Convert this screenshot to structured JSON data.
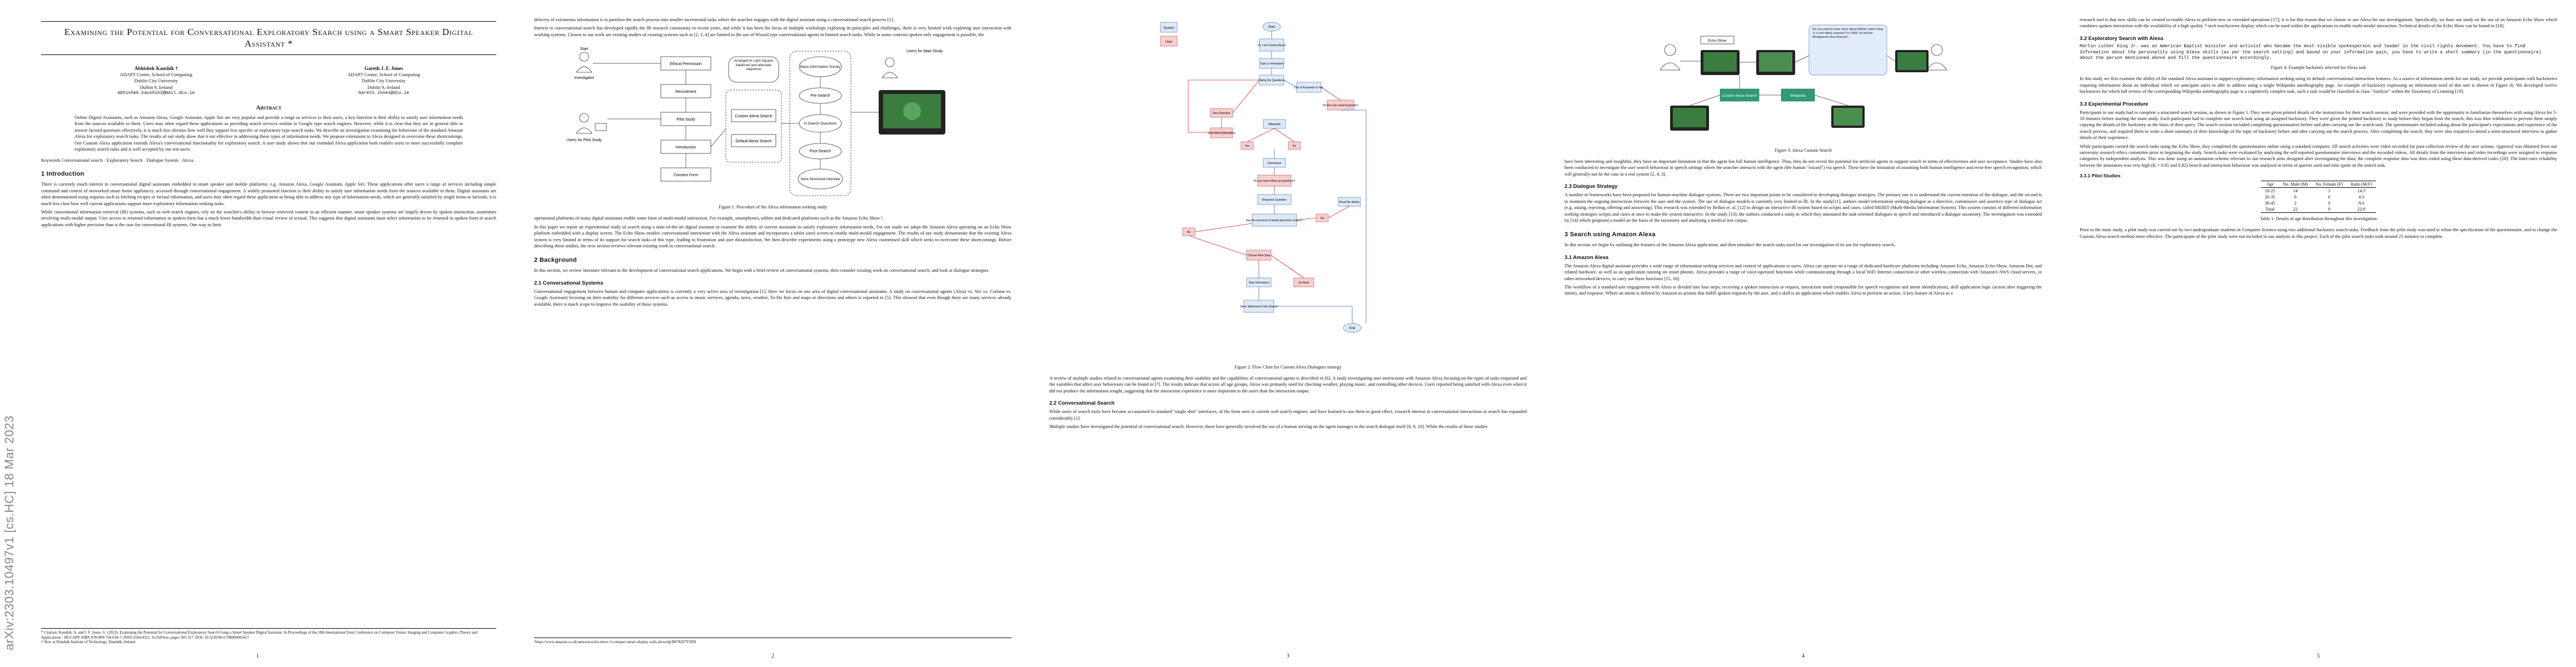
{
  "arxiv_stamp": "arXiv:2303.10497v1  [cs.HC]  18 Mar 2023",
  "page1": {
    "title": "Examining the Potential for Conversational Exploratory Search using a Smart Speaker Digital Assistant *",
    "authors": [
      {
        "name": "Abhishek Kaushik †",
        "org": "ADAPT Centre, School of Computing",
        "uni": "Dublin City University",
        "city": "Dublin 9, Ireland",
        "email": "abhishek.kaushik2@mail.dcu.ie"
      },
      {
        "name": "Gareth J. F. Jones",
        "org": "ADAPT Centre, School of Computing",
        "uni": "Dublin City University",
        "city": "Dublin 9, Ireland",
        "email": "Gareth.Jones@dcu.ie"
      }
    ],
    "abstract_heading": "Abstract",
    "abstract": "Online Digital Assistants, such as Amazon Alexa, Google Assistant, Apple Siri are very popular and provide a range or services to their users, a key function is their ability to satisfy user information needs from the sources available to them. Users may often regard these applications as providing search services similar to Google type search engines. However, while it is clear that they are in general able to answer factoid questions effectively, it is much less obvious how well they support less specific or exploratory type search tasks. We describe an investigation examining the behaviour of the standard Amazon Alexa for exploratory search tasks. The results of our study show that it not effective in addressing these types of information needs. We propose extensions to Alexa designed to overcome these shortcomings. Our Custom Alexa application extends Alexa's conversational functionality for exploratory search. A user study shows that our extended Alexa application both enables users to more successfully complete exploratory search tasks and is well accepted by our test users.",
    "keywords": "Keywords  Conversational search · Exploratory Search · Dialogue System · Alexa.",
    "intro_heading": "1   Introduction",
    "intro_p1": "There is currently much interest in conversational digital assistants embedded in smart speaker and mobile platforms; e.g. Amazon Alexa, Google Assistant, Apple Siri. These applications offer users a range of services including simple command and control of networked smart home appliances, accessed through conversational engagement. A widely promoted function is their ability to satisfy user information needs from the sources available to them. Digital assistants are often demonstrated using requests such as fetching recipes or factual information, and users may often regard these application as being able to address any type of information needs, which are generally satisfied by single items or factoids, it is much less clear how well current applications support more exploratory information seeking tasks.",
    "intro_p2": "While conventional information retrieval (IR) systems, such as web search engines, rely on the searcher's ability to browse retrieved content in an efficient manner, smart speaker systems are largely driven by spoken interaction, sometimes involving multi-modal output. User access to returned information in spoken form has a much lower bandwidth than visual review of textual. This suggests that digital assistants must select information to be returned in spoken form in search applications with higher precision than is the case for conventional IR systems. One way to limit",
    "footnote1": "* Citation: Kaushik, A. and J. F. Jones, G. (2023). Examining the Potential for Conversational Exploratory Search Using a Smart Speaker Digital Assistant. In Proceedings of the 18th International Joint Conference on Computer Vision, Imaging and Computer Graphics Theory and Applications - HUCAPP, ISBN 978-989-758-634-7; ISSN 2184-4321, SciTePress, pages 305-317. DOI: 10.5220/0011798000003417",
    "footnote2": "† Now at Dundalk Institute of Technology, Dundalk, Ireland.",
    "num": "1"
  },
  "page2": {
    "p1": "delivery of extraneous information is to partition the search process into smaller incremental tasks where the searcher engages with the digital assistant using a conversational search process [1].",
    "p2": "Interest in conversational search has developed rapidly the IR research community in recent years, and while it has been the focus of multiple workshops exploring its principles and challenges, there is very limited work exploring user interaction with working systems. Closest to our work are existing studies of existing systems such as [2, 3, 4] are limited to the use of Wizard type conversational agents in limited search tasks. While in some contexts spoken only engagement is possible, the",
    "fig_labels": {
      "start": "Start",
      "investigator": "Investigator",
      "ethical": "Ethical Permission",
      "recruitment": "Recruitment",
      "pilot": "Pilot Study",
      "intro": "Introduction",
      "consent": "Consent Form",
      "arranged": "Arranged in Latin Square balanced and alternate sequence",
      "custom": "Custom Alexa Search",
      "default": "Default Alexa Search",
      "basic": "Basic Information Survey",
      "pre": "Pre-Search",
      "insearch": "In Search Questions",
      "post": "Post-Search",
      "semi": "Semi-Structured Interview",
      "users": "Users for Main Study",
      "users_pilot": "Users for Pilot Study"
    },
    "fig1_caption": "Figure 1: Procedure of the Alexa information seeking study",
    "p3": "operational platforms of many digital assistants enable some form of multi-modal interaction. For example, smartphones, tablets and dedicated platforms such as the Amazon Echo Show ¹.",
    "p4": "In this paper we report an experimental study of search using a state-of-the-art digital assistant to examine the ability of current assistants to satisfy exploratory information needs. For our study we adopt the Amazon Alexa operating on an Echo Show platform embedded with a display screen. The Echo Show enables conversational interaction with the Alexa assistant and incorporates a tablet sized screen to enable multi-modal engagement. The results of our study demonstrate that the existing Alexa system is very limited in terms of its support for search tasks of this type, leading to frustration and user dissatisfaction. We then describe experiments using a prototype new Alexa customised skill which seeks to overcome these shortcomings. Before describing these studies, the next section reviews relevant existing work in conversational search.",
    "bg_heading": "2   Background",
    "bg_p": "In this section, we review literature relevant to the development of conversational search applications. We begin with a brief review of conversational systems, then consider existing work on conversational search, and look at dialogue strategies",
    "cs_heading": "2.1   Conversational Systems",
    "cs_p": "Conversational engagement between human and computer applications is currently a very active area of investigation [1]. Here we focus on one area of digital conversational assistants. A study on conversational agents (Alexa vs. Siri vs. Cortana vs. Google Assistant) focusing on their usability for different services such as access to music services, agenda, news, weather, To-Do lists and maps or directions and others is reported in [5]. This showed that even though there are many services already available, there is much scope to improve the usability of these systems.",
    "footnote": "¹https://www.amazon.co.uk/amazon-echo-show-5-compact-smart-display-with-alexa/dp/B07KD7T3DN",
    "num": "2"
  },
  "page3": {
    "flow_labels": [
      "System",
      "User",
      "Start",
      "Hi, I am Custom Alexa",
      "Topic is Introduced",
      "Taking the Questions",
      "List of Keywords or Not",
      "Do the user need keywords?",
      "New Question",
      "Give More Information",
      "Wikipedia",
      "Yes",
      "No",
      "Summarize",
      "Do you have follow up questions?",
      "Response Question",
      "Say the next level of detail about this content?",
      "Read the details",
      "Choose Next Step",
      "Go Back",
      "Stop Information",
      "Store Statement of the Search",
      "End"
    ],
    "fig2_caption": "Figure 2: Flow Chart for Custom Alexa Dialogues strategy",
    "p1": "A review of multiple studies related to conversational agents examining their usability and the capabilities of conversational agents is described in [6]. A study investigating user interactions with Amazon Alexa focusing on the types of tasks requested and the variables that affect user behaviours can be found in [7]. The results indicate that across all age groups, Alexa was primarily used for checking weather, playing music, and controlling other devices. Users reported being satisfied with Alexa even when it did not produce the information sought, suggesting that the interaction experience is more important to the users than the interaction output.",
    "csearch_heading": "2.2   Conversational Search",
    "csearch_p1": "While users of search tools have become accustomed to standard \"single shot\" interfaces, of the form seen in current web search engines, and have learned to use them to good effect, research interest in conversational interactions in search has expanded considerably [1].",
    "csearch_p2": "Multiple studies have investigated the potential of conversational search. However, these have generally involved the use of a human serving on the agent manages to the search dialogue itself [8, 9, 10]. While the results of these studies",
    "num": "3"
  },
  "page4": {
    "fig3_labels": {
      "echo": "Echo Show",
      "custom": "Custom Alexa Search",
      "wiki": "Wikipedia",
      "speech": "Do you want to hear more about Martin Luther King Jr.'s civil rights activism? In 1955, he led the Montgomery Bus Boycott..."
    },
    "fig3_caption": "Figure 3: Alexa Custom Search",
    "p1": "have been interesting and insightful, they have an important limitation in that the agent has full human intelligence. Thus, they do not reveal the potential for artificial agents to support search in terms of effectiveness and user acceptance. Studies have also been conducted to investigate the user search behaviour in speech settings where the searcher interacts with the agent (the human \"wizard\") via speech. These have the limitation of assuming both human intelligence and error-free speech recognition, which will generally not be the case in a real system [2, 4, 3].",
    "ds_heading": "2.3   Dialogue Strategy",
    "ds_p": "A number of frameworks have been proposed for human-machine dialogue systems. There are two important points to be considered in developing dialogue strategies. The primary one is to understand the current intention of the dialogue, and the second is to maintain the ongoing interactions between the user and the system. The use of dialogue models is currently very limited in IR. In the study[11], authors model information seeking dialogue as a directive, commissive and assertive type of dialogue act (e.g. asking, rejecting, offering and answering). This research was extended by Belkin et. al. [12] to design an interactive IR system based on scripts and cases, called MERIT (Multi-Media Information System). This system consists of different information seeking strategies scripts and cases at once to make the system interactive. In the study [13], the authors conducted a study in which they annotated the task-oriented dialogues in speech and introduced a dialogue taxonomy. The investigation was extended by [14] which proposed a model on the basis of the taxonomy and analysing a medical test corpus.",
    "sa_heading": "3   Search using Amazon Alexa",
    "sa_p": "In this section we begin by outlining the features of the Amazon Alexa application, and then introduce the search tasks used for our investigation of its use for exploratory search.",
    "aa_heading": "3.1   Amazon Alexa",
    "aa_p1": "The Amazon Alexa digital assistant provides a wide range of information seeking services and control of applications to users. Alexa can operate on a range of dedicated hardware platforms including Amazon Echo, Amazon Echo Show, Amazon Dot, and related hardware, as well as an application running on smart phones. Alexa provides a range of voice-operated functions while communicating through a local WiFi Internet connection or other wireless connection with Amazon's AWS cloud servers, or other networked devices, to carry out these functions [15, 16].",
    "aa_p2": "The workflow of a standard user engagement with Alexa is divided into four steps: receiving a spoken instruction or request, interaction mode (responsible for speech recognition and intent identification), skill application logic (action after triggering the intent), and response. Where an intent is defined by Amazon as actions that fulfill spoken requests by the user, and a skill is an application which enables Alexa to perform an action. A key feature of Alexa as a",
    "num": "4"
  },
  "page5": {
    "p1": "research tool is that new skills can be created to enable Alexa to perform new or extended operations [17]; it is for this reason that we choose to use Alexa for our investigations. Specifically, we base our study on the use of an Amazon Echo Show which combines spoken interaction with the availability of a high quality 7-inch touchscreen display which can be used within the applications to enable multi-modal interaction. Technical details of the Echo Show can be found in [18].",
    "es_heading": "3.2   Exploratory Search with Alexa",
    "mono": "Martin Luther King Jr. was an American Baptist minister and activist who became the most visible spokesperson and leader in the civil rights movement.  You have to find Information about the personality using Alexa skills (as per the search setting) and based on your information gain, you have to write a short summary (in the questionnaire) about the person mentioned above and fill the questionnaire accordingly.",
    "fig4_caption": "Figure 4: Example backstory selected for Alexa task",
    "es_p": "In this study we first examine the ability of the standard Alexa assistant to support exploratory information seeking using its default conversational interaction features. As a source of information needs for our study, we provide participants with backstories requiring information about an individual which we anticipate users to able to address using a single Wikipedia autobiography page. An example of backstory expressing an information need of this sort is shown in Figure 4). We developed twelve backstories for which full review of the corresponding Wikipedia autobiography page is a cognitively complex task, such a task would be classified as class \"Analyze\" within the Taxonomy of Learning [19].",
    "ep_heading": "3.3   Experimental Procedure",
    "ep_p1": "Participants in our study had to complete a structured search session, as shown in Figure 1. They were given printed details of the instructions for their search session, and were provided with the opportunity to familiarize themselves with using Alexa for 5-10 minutes before starting the main study. Each participant had to complete one search task using an assigned backstory. They were given the printed backstory to study before they began from the search, this was then withdrawn to prevent them simply copying the details of the backstory as the basis of their query. The search session included completing questionnaires before and after carrying out the search task. The questionnaire included asking about the participant's expectations and experience of the search process, and required them to write a short summary of their knowledge of the topic of backstory before and after carrying out the search process. After completing the search, they were also required to attend a semi-structured interview to gather details of their experience.",
    "ep_p2": "While participants carried the search tasks using the Echo Show, they completed the questionnaires online using a standard computer. All search activities were video recorded for post-collection review of the user actions. Approval was obtained from our university research ethics committee prior to beginning the study. Search tasks were evaluated by analyzing the self reported questionnaire interviews and the recorded videos. All details from the interviews and video recordings were assigned to response categories by independent analysts. This was done using an annotation scheme relevant to our research aims designed after investigating the data; the complete response data was then coded using these data-derived codes [20]. The inter-rater reliability between the annotators was very high (K = 0.85 and 0.82) Search and interaction behaviour was analyzed in terms of queries used and time spent on the search task.",
    "ps_heading": "3.3.1   Pilot Studies",
    "table": {
      "headers": [
        "Age",
        "No. Male (M)",
        "No. Female (F)",
        "Ratio (M/F)"
      ],
      "rows": [
        [
          "18-25",
          "14",
          "3",
          "14:3"
        ],
        [
          "26-35",
          "8",
          "6",
          "4:3"
        ],
        [
          "36-45",
          "2",
          "0",
          "NA"
        ],
        [
          "Total",
          "22",
          "9",
          "22:9"
        ]
      ]
    },
    "table_caption": "Table 1: Details of age distribution throughout this investigation",
    "ps_p": "Prior to the main study, a pilot study was carried out by two undergraduate students in Computer Science using two additional backstory search tasks. Feedback from the pilot study was used to refine the specification of the questionnaire, and to change the Custom Alexa search method more effective. The participants of the pilot study were not included in our analysis in this project. Each of the pilot search tasks took around 25 minutes to complete.",
    "num": "5"
  }
}
